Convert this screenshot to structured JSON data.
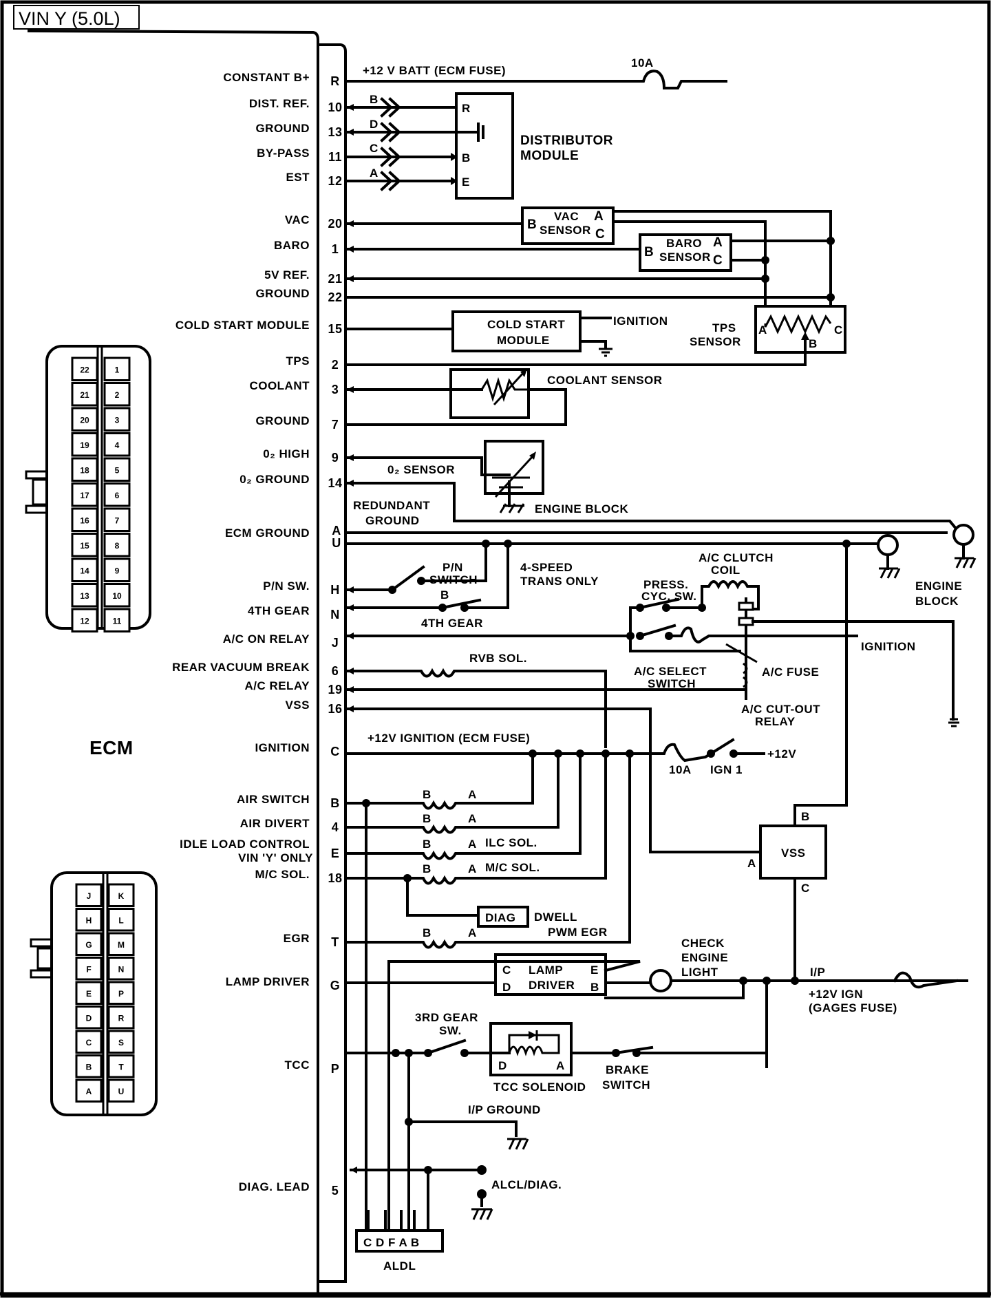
{
  "title": "VIN Y (5.0L)",
  "ecm_label": "ECM",
  "ecm_pins": [
    {
      "name": "CONSTANT B+",
      "pin": "R"
    },
    {
      "name": "DIST. REF.",
      "pin": "10"
    },
    {
      "name": "GROUND",
      "pin": "13"
    },
    {
      "name": "BY-PASS",
      "pin": "11"
    },
    {
      "name": "EST",
      "pin": "12"
    },
    {
      "name": "VAC",
      "pin": "20"
    },
    {
      "name": "BARO",
      "pin": "1"
    },
    {
      "name": "5V REF.",
      "pin": "21"
    },
    {
      "name": "GROUND",
      "pin": "22"
    },
    {
      "name": "COLD START MODULE",
      "pin": "15"
    },
    {
      "name": "TPS",
      "pin": "2"
    },
    {
      "name": "COOLANT",
      "pin": "3"
    },
    {
      "name": "GROUND",
      "pin": "7"
    },
    {
      "name": "0₂ HIGH",
      "pin": "9"
    },
    {
      "name": "0₂ GROUND",
      "pin": "14"
    },
    {
      "name": "ECM GROUND",
      "pin": "A U"
    },
    {
      "name": "P/N SW.",
      "pin": "H"
    },
    {
      "name": "4TH GEAR",
      "pin": "N"
    },
    {
      "name": "A/C ON RELAY",
      "pin": "J"
    },
    {
      "name": "REAR VACUUM BREAK",
      "pin": "6"
    },
    {
      "name": "A/C RELAY",
      "pin": "19"
    },
    {
      "name": "VSS",
      "pin": "16"
    },
    {
      "name": "IGNITION",
      "pin": "C"
    },
    {
      "name": "AIR SWITCH",
      "pin": "B"
    },
    {
      "name": "AIR DIVERT",
      "pin": "4"
    },
    {
      "name": "IDLE LOAD CONTROL",
      "name2": "VIN 'Y' ONLY",
      "pin": "E"
    },
    {
      "name": "M/C SOL.",
      "pin": "18"
    },
    {
      "name": "EGR",
      "pin": "T"
    },
    {
      "name": "LAMP DRIVER",
      "pin": "G"
    },
    {
      "name": "TCC",
      "pin": "P"
    },
    {
      "name": "DIAG. LEAD",
      "pin": "5"
    }
  ],
  "connector_numeric": {
    "left": [
      "22",
      "21",
      "20",
      "19",
      "18",
      "17",
      "16",
      "15",
      "14",
      "13",
      "12"
    ],
    "right": [
      "1",
      "2",
      "3",
      "4",
      "5",
      "6",
      "7",
      "8",
      "9",
      "10",
      "11"
    ]
  },
  "connector_alpha": {
    "left": [
      "J",
      "H",
      "G",
      "F",
      "E",
      "D",
      "C",
      "B",
      "A"
    ],
    "right": [
      "K",
      "L",
      "M",
      "N",
      "P",
      "R",
      "S",
      "T",
      "U"
    ]
  },
  "labels": {
    "batt_feed": "+12 V BATT (ECM FUSE)",
    "fuse_10a_top": "10A",
    "dist_b": "B",
    "dist_d": "D",
    "dist_c": "C",
    "dist_a": "A",
    "dist_pin_r": "R",
    "dist_pin_b": "B",
    "dist_pin_e": "E",
    "distributor_module_1": "DISTRIBUTOR",
    "distributor_module_2": "MODULE",
    "vac_sensor_1": "VAC",
    "vac_sensor_2": "SENSOR",
    "baro_sensor_1": "BARO",
    "baro_sensor_2": "SENSOR",
    "pin_a": "A",
    "pin_b": "B",
    "pin_c": "C",
    "cold_start_1": "COLD START",
    "cold_start_2": "MODULE",
    "ignition": "IGNITION",
    "tps_sensor_1": "TPS",
    "tps_sensor_2": "SENSOR",
    "coolant_sensor": "COOLANT SENSOR",
    "o2_sensor": "0₂ SENSOR",
    "engine_block": "ENGINE BLOCK",
    "redundant_1": "REDUNDANT",
    "redundant_2": "GROUND",
    "engine_block2_1": "ENGINE",
    "engine_block2_2": "BLOCK",
    "pn_switch_1": "P/N",
    "pn_switch_2": "SWITCH",
    "four_speed_1": "4-SPEED",
    "four_speed_2": "TRANS ONLY",
    "fourth_gear": "4TH GEAR",
    "press_cyc_1": "PRESS.",
    "press_cyc_2": "CYC. SW.",
    "ac_clutch_1": "A/C CLUTCH",
    "ac_clutch_2": "COIL",
    "ac_select_1": "A/C SELECT",
    "ac_select_2": "SWITCH",
    "ac_fuse": "A/C FUSE",
    "ac_cutout_1": "A/C CUT-OUT",
    "ac_cutout_2": "RELAY",
    "rvb_sol": "RVB SOL.",
    "ign_feed": "+12V IGNITION (ECM FUSE)",
    "fuse_10a": "10A",
    "ign1": "IGN 1",
    "plus12v": "+12V",
    "ilc_sol": "ILC SOL.",
    "mc_sol": "M/C SOL.",
    "diag": "DIAG",
    "dwell": "DWELL",
    "pwm_egr": "PWM EGR",
    "vss": "VSS",
    "check_engine_1": "CHECK",
    "check_engine_2": "ENGINE",
    "check_engine_3": "LIGHT",
    "ip": "I/P",
    "gages_1": "+12V IGN",
    "gages_2": "(GAGES FUSE)",
    "lamp_driver_1": "LAMP",
    "lamp_driver_2": "DRIVER",
    "ld_c": "C",
    "ld_d": "D",
    "ld_e": "E",
    "ld_b": "B",
    "third_gear_1": "3RD GEAR",
    "third_gear_2": "SW.",
    "tcc_solenoid": "TCC SOLENOID",
    "tcc_d": "D",
    "tcc_a": "A",
    "brake_1": "BRAKE",
    "brake_2": "SWITCH",
    "ip_ground": "I/P GROUND",
    "alcl_diag": "ALCL/DIAG.",
    "aldl_pins": "C D F A B",
    "aldl": "ALDL"
  }
}
